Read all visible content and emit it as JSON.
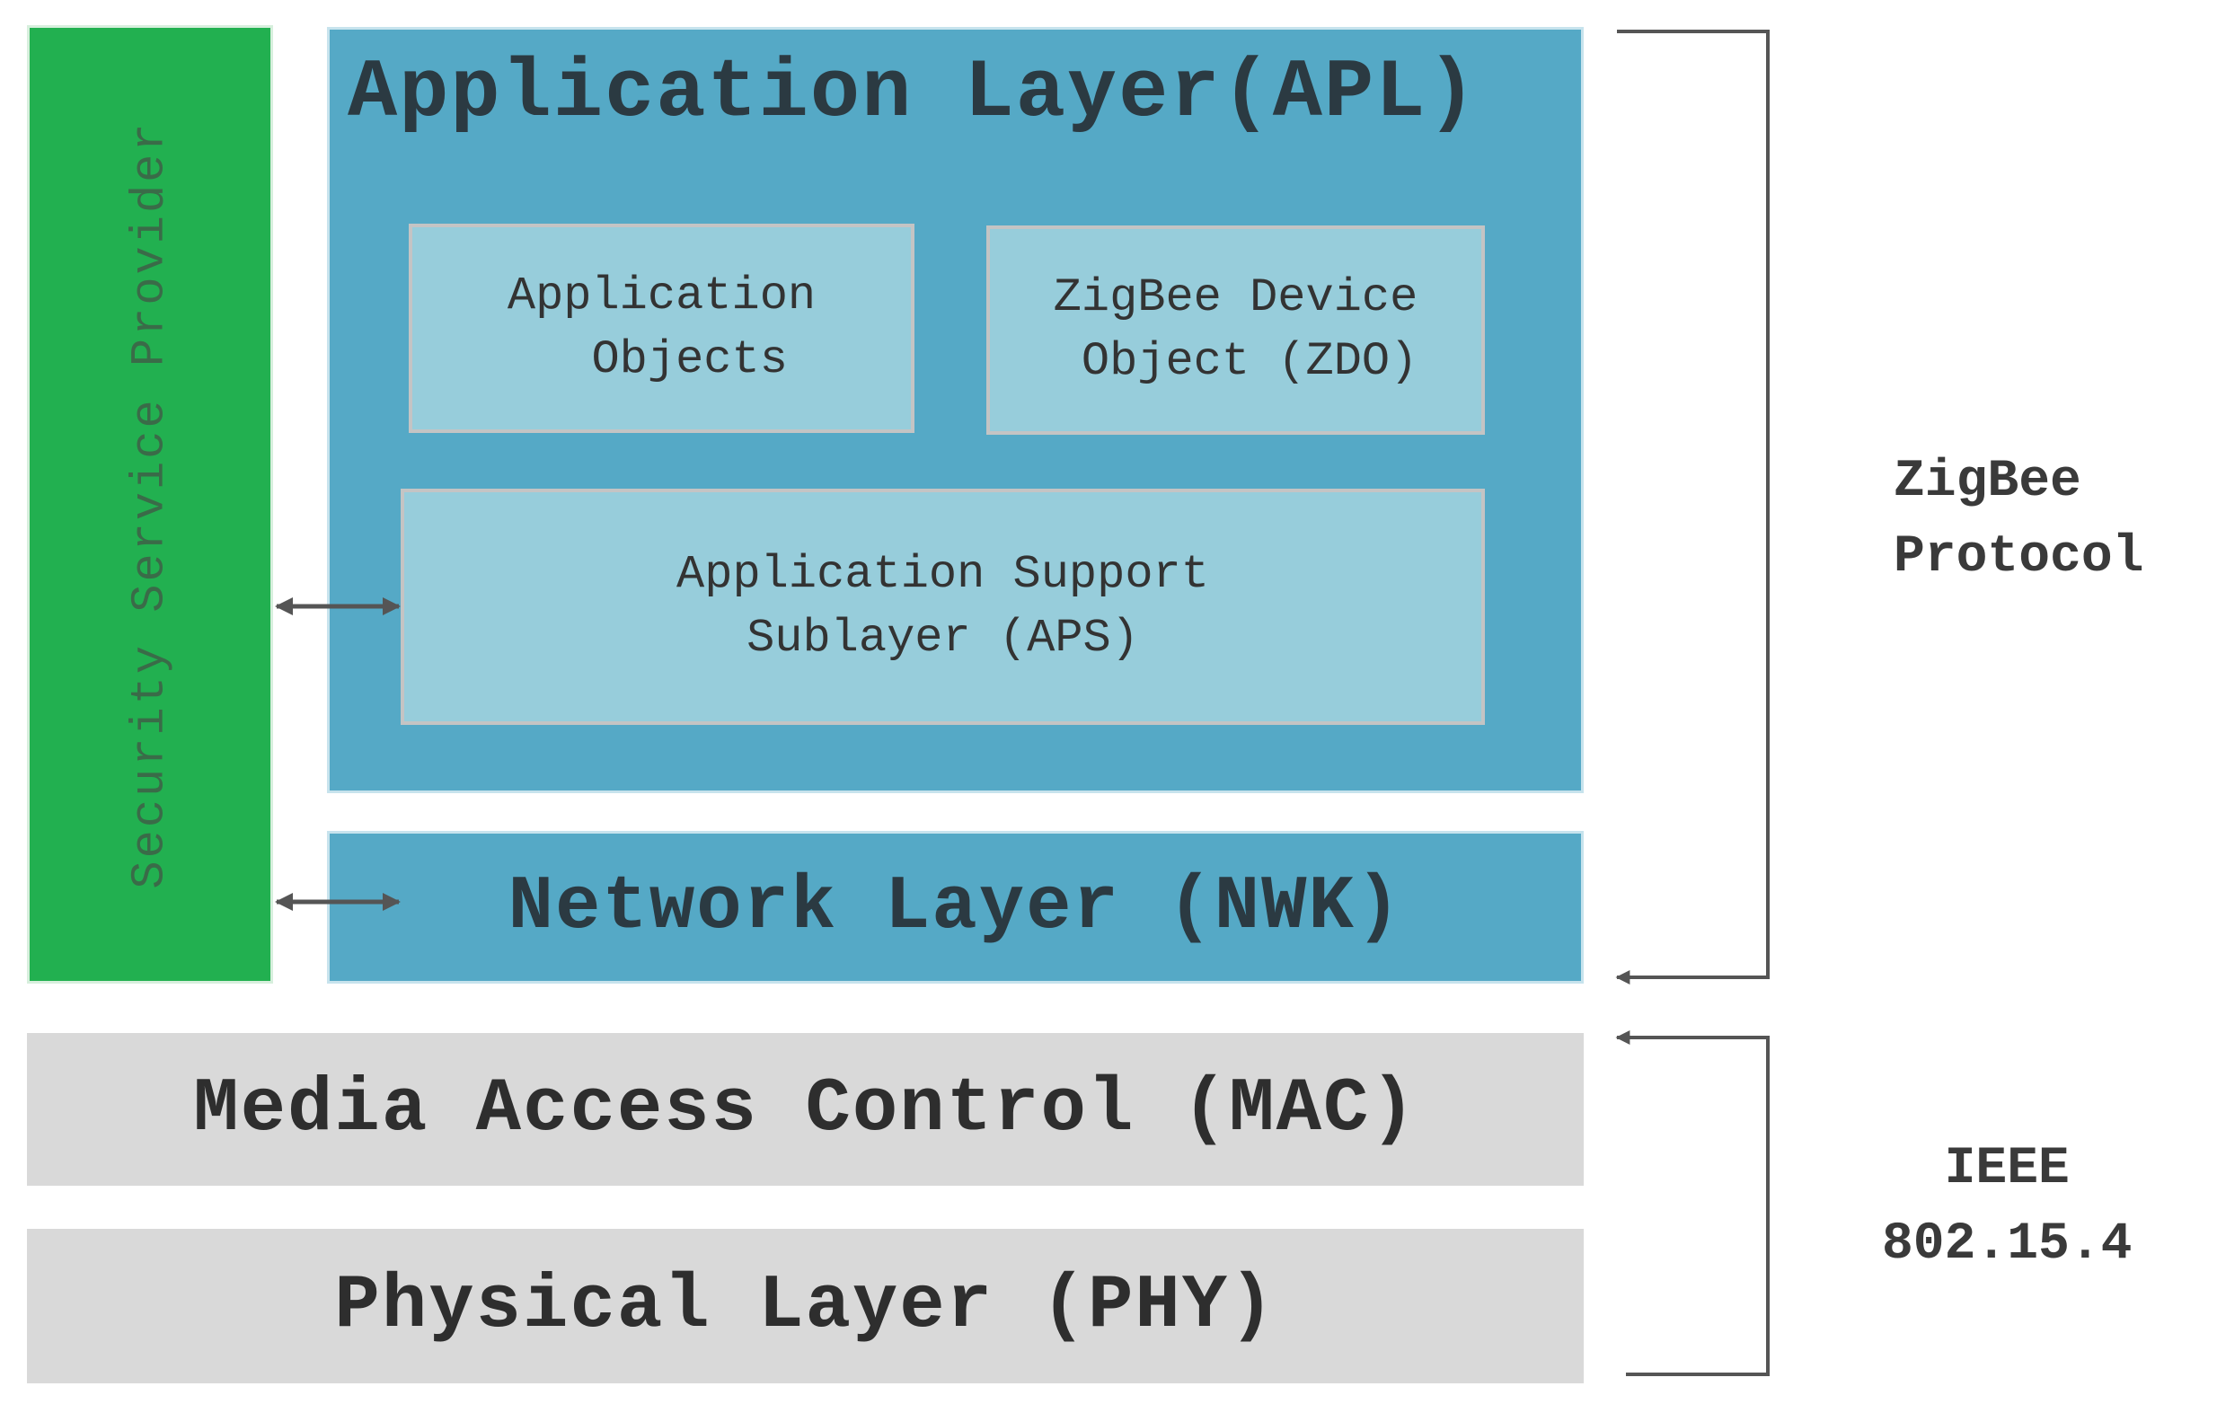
{
  "diagram": {
    "security_provider": "Security Service Provider",
    "apl_title": "Application Layer(APL)",
    "app_objects": "Application\n  Objects",
    "zdo": "ZigBee Device\n Object (ZDO)",
    "aps": "Application Support\nSublayer (APS)",
    "nwk": "Network Layer (NWK)",
    "mac": "Media Access Control (MAC)",
    "phy": "Physical Layer (PHY)",
    "zigbee_protocol": "ZigBee\nProtocol",
    "ieee": "IEEE\n802.15.4"
  },
  "colors": {
    "security_green": "#22b050",
    "layer_blue": "#55a9c6",
    "inner_blue": "#97cddb",
    "ieee_gray": "#d9d9d9",
    "arrow": "#555555"
  }
}
